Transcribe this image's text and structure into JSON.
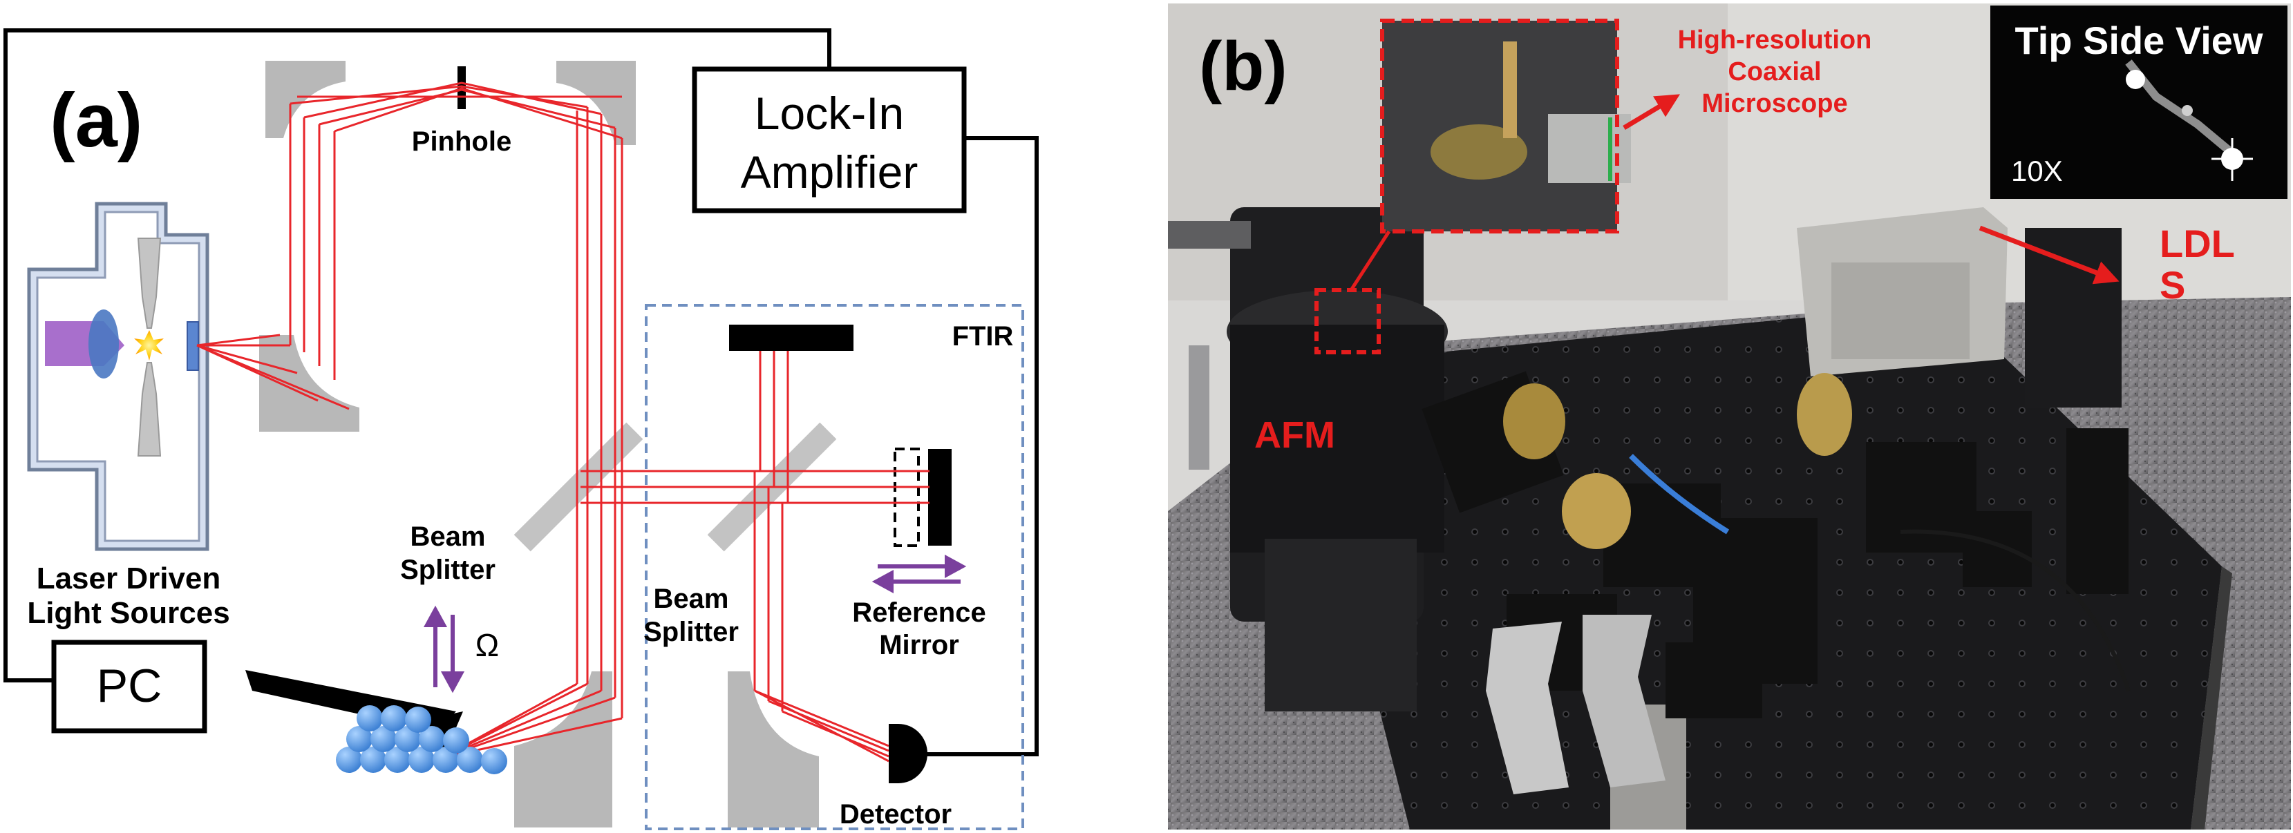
{
  "panel_a": {
    "label": "(a)",
    "pinhole": "Pinhole",
    "lockin_line1": "Lock-In",
    "lockin_line2": "Amplifier",
    "ftir": "FTIR",
    "bs1_line1": "Beam",
    "bs1_line2": "Splitter",
    "bs2_line1": "Beam",
    "bs2_line2": "Splitter",
    "ldls_line1": "Laser Driven",
    "ldls_line2": "Light Sources",
    "refmirror_line1": "Reference",
    "refmirror_line2": "Mirror",
    "pc": "PC",
    "omega": "Ω",
    "detector": "Detector"
  },
  "panel_b": {
    "label": "(b)",
    "coaxial_line1": "High-resolution",
    "coaxial_line2": "Coaxial",
    "coaxial_line3": "Microscope",
    "tipview_title": "Tip Side View",
    "tipview_zoom": "10X",
    "ldls_line1": "LDL",
    "ldls_line2": "S",
    "afm": "AFM"
  },
  "colors": {
    "beam": "#e8262b",
    "mirror": "#b8b8b8",
    "ftir_box": "#6f8fc0",
    "arrow_purple": "#7a3f9d",
    "annotation_red": "#e51d1d",
    "light_purple": "#a86fcc",
    "lens_blue": "#4a78c2",
    "sample_blue": "#5b9de0"
  }
}
